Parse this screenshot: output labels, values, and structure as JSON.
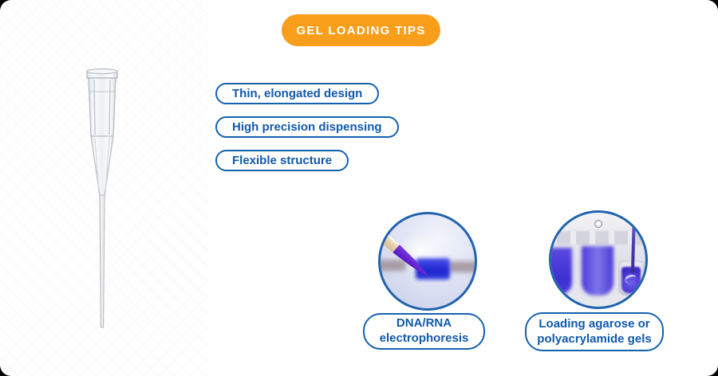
{
  "header": {
    "title": "GEL LOADING TIPS"
  },
  "colors": {
    "accent_orange": "#F89E1B",
    "accent_blue": "#1461AE",
    "text_blue": "#1159AB"
  },
  "product": {
    "illustration": "clear gel loading pipette tip, thin elongated transparent plastic"
  },
  "features": [
    {
      "label": "Thin, elongated design"
    },
    {
      "label": "High precision dispensing"
    },
    {
      "label": "Flexible structure"
    }
  ],
  "applications": [
    {
      "caption": "DNA/RNA electrophoresis",
      "illustration": "pipette tip dispensing purple dye into blue gel well"
    },
    {
      "caption": "Loading agarose or polyacrylamide gels",
      "illustration": "gel wells filled with blue dye, thin tip loading right well"
    }
  ]
}
